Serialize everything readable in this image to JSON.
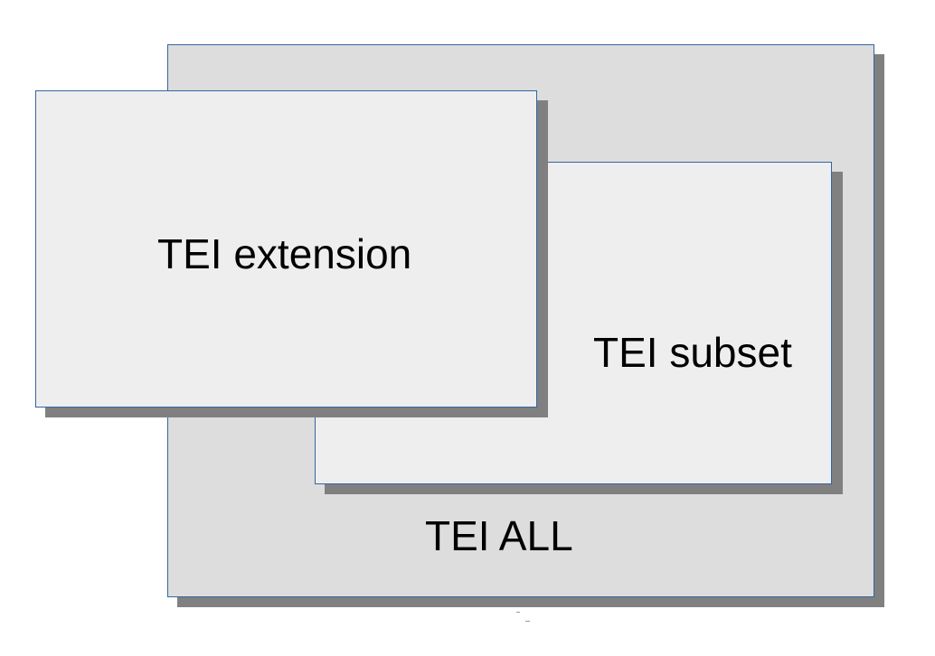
{
  "diagram": {
    "outer_box": {
      "label": "TEI ALL",
      "fill": "#dddddd",
      "border": "#3465a4",
      "shadow": "#808080"
    },
    "subset_box": {
      "label": "TEI subset",
      "fill": "#eeeeee",
      "border": "#3465a4",
      "shadow": "#808080"
    },
    "extension_box": {
      "label": "TEI extension",
      "fill": "#eeeeee",
      "border": "#3465a4",
      "shadow": "#808080"
    }
  }
}
